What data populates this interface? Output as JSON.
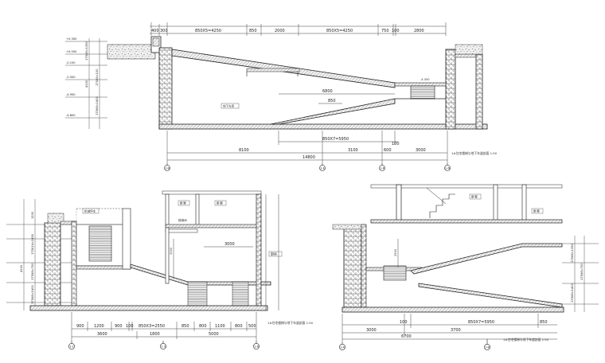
{
  "sections": {
    "top": {
      "top_dims": [
        "400",
        "300",
        "850X5=4250",
        "850",
        "2000",
        "850X5=4250",
        "750",
        "100",
        "2800"
      ],
      "bottom_dims_1": [
        "850X7=5950",
        "100"
      ],
      "bottom_dims_2": [
        "8100",
        "3100",
        "600",
        "3000"
      ],
      "bottom_total": "14800",
      "inner_dims": [
        "6800",
        "850"
      ],
      "left_dims": [
        "175X8=1350",
        "4100",
        "175X6=100",
        "175X8=1400"
      ],
      "levels": [
        "+0.300",
        "+0.000",
        "-0.150",
        "-2.500",
        "-4.950",
        "-4.800"
      ],
      "level_right": "-4.350",
      "title": "1#住宅楼梯与地下车道剖面 1:50",
      "axes": [
        "1-B",
        "1-E",
        "1-K",
        "1-N"
      ],
      "room_label": "地下车库"
    },
    "left": {
      "dims_row1": [
        "900",
        "1200",
        "900",
        "100",
        "850X3=2550",
        "850",
        "800",
        "1100",
        "800",
        "500"
      ],
      "dims_row2": [
        "3600",
        "1800",
        "5000"
      ],
      "left_dims": [
        "1200",
        "175X14=2450",
        "4100",
        "175X8=700",
        "175X8=1400"
      ],
      "v_dim": "3300",
      "inner_dim": "3000",
      "title": "1#住宅楼梯与地下车道剖面 1:50",
      "axes": [
        "1-1",
        "1-3",
        "1-8"
      ],
      "room_labels": [
        "卧室",
        "卧室",
        "厨房"
      ],
      "tags": [
        "机械停车",
        "楼梯间"
      ]
    },
    "right": {
      "dims_row1": [
        "100",
        "850X7=5950",
        "850"
      ],
      "dims_row2": [
        "3000",
        "3700"
      ],
      "dims_row3": [
        "6700"
      ],
      "v_dim": "2500",
      "right_dims": [
        "175X8=1350",
        "175X8=1400",
        "175X8=700"
      ],
      "title": "1#住宅楼梯与地下车道剖面 1:50",
      "axes": [
        "1-A",
        "1-B"
      ],
      "room_labels": [
        "卧室",
        "卧室"
      ]
    }
  }
}
